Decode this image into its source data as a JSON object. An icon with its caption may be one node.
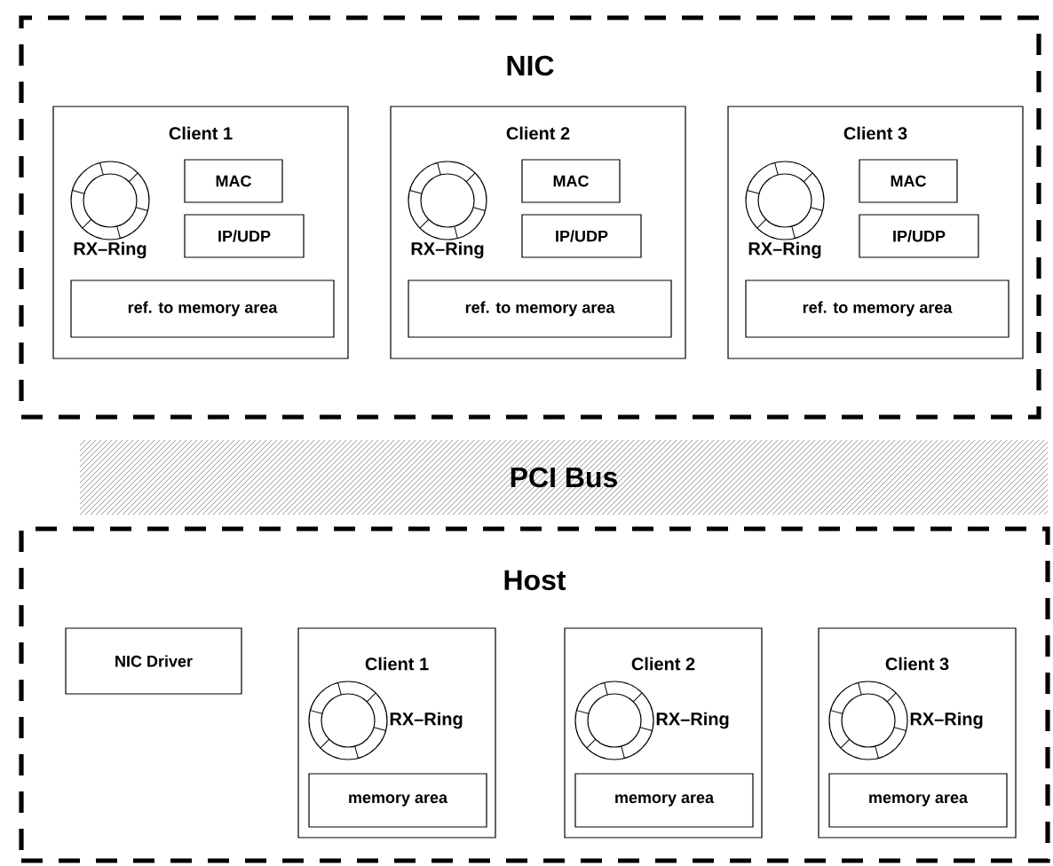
{
  "diagram": {
    "nodes": [
      {
        "text": [
          "NIC"
        ]
      },
      {
        "text": [
          "Client 1"
        ],
        "in": 0
      },
      {
        "text": [],
        "shape": "circle",
        "beside": [
          "RX–Ring"
        ],
        "in": 1
      },
      {
        "text": [
          "MAC"
        ],
        "in": 1
      },
      {
        "text": [
          "IP/UDP"
        ],
        "in": 1
      },
      {
        "text": [
          "ref. to memory area"
        ],
        "in": 1
      },
      {
        "text": [
          "Client 2"
        ],
        "in": 0
      },
      {
        "text": [],
        "shape": "circle",
        "beside": [
          "RX–Ring"
        ],
        "in": 6
      },
      {
        "text": [
          "MAC"
        ],
        "in": 6
      },
      {
        "text": [
          "IP/UDP"
        ],
        "in": 6
      },
      {
        "text": [
          "ref. to memory area"
        ],
        "in": 6
      },
      {
        "text": [
          "Client 3"
        ],
        "in": 0
      },
      {
        "text": [],
        "shape": "circle",
        "beside": [
          "RX–Ring"
        ],
        "in": 11
      },
      {
        "text": [
          "MAC"
        ],
        "in": 11
      },
      {
        "text": [
          "IP/UDP"
        ],
        "in": 11
      },
      {
        "text": [
          "ref. to memory area"
        ],
        "in": 11
      },
      {
        "text": [
          "PCI Bus"
        ]
      },
      {
        "text": [
          "Host"
        ]
      },
      {
        "text": [
          "NIC Driver"
        ],
        "in": 17
      },
      {
        "text": [
          "Client 1"
        ],
        "in": 17
      },
      {
        "text": [],
        "shape": "circle",
        "beside": [
          "RX–Ring"
        ],
        "in": 19
      },
      {
        "text": [
          "memory area"
        ],
        "in": 19
      },
      {
        "text": [
          "Client 2"
        ],
        "in": 17
      },
      {
        "text": [],
        "shape": "circle",
        "beside": [
          "RX–Ring"
        ],
        "in": 22
      },
      {
        "text": [
          "memory area"
        ],
        "in": 22
      },
      {
        "text": [
          "Client 3"
        ],
        "in": 17
      },
      {
        "text": [],
        "shape": "circle",
        "beside": [
          "RX–Ring"
        ],
        "in": 25
      },
      {
        "text": [
          "memory area"
        ],
        "in": 25
      }
    ]
  }
}
